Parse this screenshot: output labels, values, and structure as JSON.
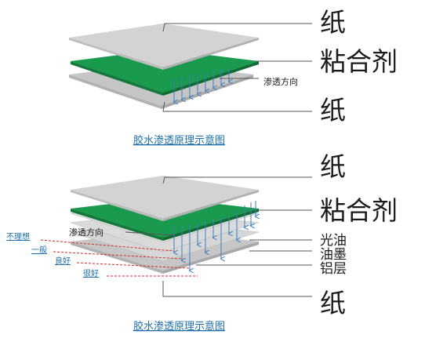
{
  "top_diagram": {
    "labels": {
      "paper_top": "纸",
      "adhesive": "粘合剂",
      "paper_bottom": "纸",
      "direction": "渗透方向"
    },
    "caption": "胶水渗透原理示意图"
  },
  "bottom_diagram": {
    "labels": {
      "paper_top": "纸",
      "adhesive": "粘合剂",
      "varnish": "光油",
      "ink": "油墨",
      "aluminum": "铝层",
      "paper_bottom": "纸",
      "direction": "渗透方向"
    },
    "quality_levels": [
      "不理想",
      "一般",
      "良好",
      "很好"
    ],
    "caption": "胶水渗透原理示意图"
  },
  "colors": {
    "paper": "#c6c6c6",
    "paper_light": "#d3d3d3",
    "adhesive": "#1a9a4e",
    "arrow": "#3a7dc1",
    "dashed": "#d42a2a",
    "caption_link": "#1d6fa8"
  }
}
